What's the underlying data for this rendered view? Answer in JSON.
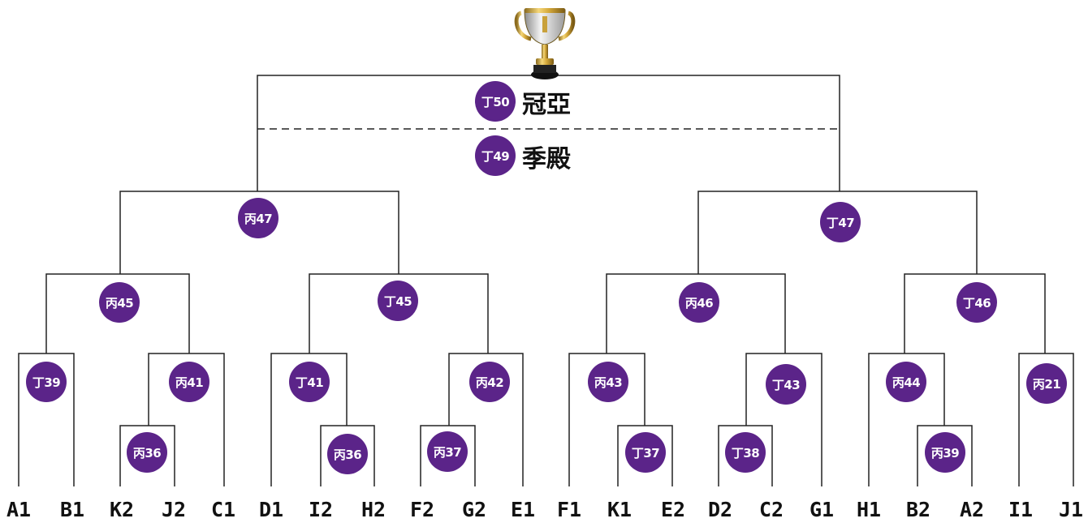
{
  "final": {
    "badge": "丁50",
    "label": "冠亞"
  },
  "third_place": {
    "badge": "丁49",
    "label": "季殿"
  },
  "semifinals": {
    "left": "丙47",
    "right": "丁47"
  },
  "quarterfinals": [
    "丙45",
    "丁45",
    "丙46",
    "丁46"
  ],
  "round_of_16": [
    "丁39",
    "丙41",
    "丁41",
    "丙42",
    "丙43",
    "丁43",
    "丙44",
    "丙21"
  ],
  "play_in": [
    "丙36",
    "丙36",
    "丙37",
    "丁37",
    "丁38",
    "丙39"
  ],
  "teams": [
    "A1",
    "B1",
    "K2",
    "J2",
    "C1",
    "D1",
    "I2",
    "H2",
    "F2",
    "G2",
    "E1",
    "F1",
    "K1",
    "E2",
    "D2",
    "C2",
    "G1",
    "H1",
    "B2",
    "A2",
    "I1",
    "J1"
  ],
  "colors": {
    "badge": "#5b2489",
    "line": "#222222"
  },
  "icons": {
    "trophy": "trophy-icon"
  }
}
